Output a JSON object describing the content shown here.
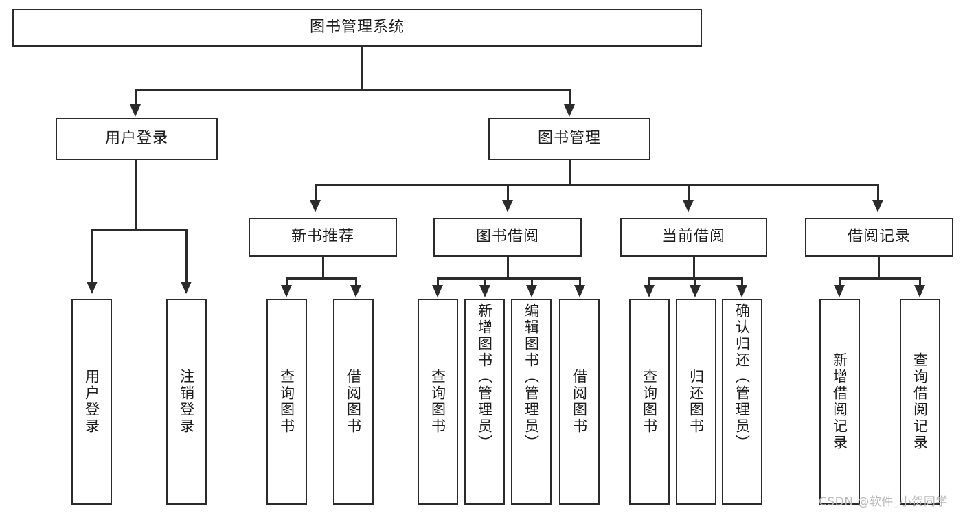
{
  "diagram": {
    "title": "图书管理系统",
    "type": "hierarchy-tree",
    "levels": 4,
    "root": {
      "id": "root",
      "label": "图书管理系统"
    },
    "level2": [
      {
        "id": "user-login",
        "label": "用户登录"
      },
      {
        "id": "book-manage",
        "label": "图书管理"
      }
    ],
    "level3": [
      {
        "id": "new-book-rec",
        "label": "新书推荐",
        "parent": "book-manage"
      },
      {
        "id": "book-borrow",
        "label": "图书借阅",
        "parent": "book-manage"
      },
      {
        "id": "current-borrow",
        "label": "当前借阅",
        "parent": "book-manage"
      },
      {
        "id": "borrow-record",
        "label": "借阅记录",
        "parent": "book-manage"
      }
    ],
    "leaves": {
      "user_login": [
        {
          "id": "leaf-user-login",
          "label": "用户登录"
        },
        {
          "id": "leaf-user-logout",
          "label": "注销登录"
        }
      ],
      "new_book_rec": [
        {
          "id": "leaf-query-book-1",
          "label": "查询图书"
        },
        {
          "id": "leaf-borrow-book-1",
          "label": "借阅图书"
        }
      ],
      "book_borrow": [
        {
          "id": "leaf-query-book-2",
          "label": "查询图书"
        },
        {
          "id": "leaf-add-book",
          "label": "新增图书（管理员）"
        },
        {
          "id": "leaf-edit-book",
          "label": "编辑图书（管理员）"
        },
        {
          "id": "leaf-borrow-book-2",
          "label": "借阅图书"
        }
      ],
      "current_borrow": [
        {
          "id": "leaf-query-book-3",
          "label": "查询图书"
        },
        {
          "id": "leaf-return-book",
          "label": "归还图书"
        },
        {
          "id": "leaf-confirm-return",
          "label": "确认归还（管理员）"
        }
      ],
      "borrow_record": [
        {
          "id": "leaf-add-record",
          "label": "新增借阅记录"
        },
        {
          "id": "leaf-query-record",
          "label": "查询借阅记录"
        }
      ]
    },
    "watermark": "CSDN @软件_小贺同学",
    "colors": {
      "stroke": "#2b2b2b",
      "fill": "#ffffff",
      "text": "#1c1c1c",
      "watermark": "#b9b9b9"
    }
  }
}
